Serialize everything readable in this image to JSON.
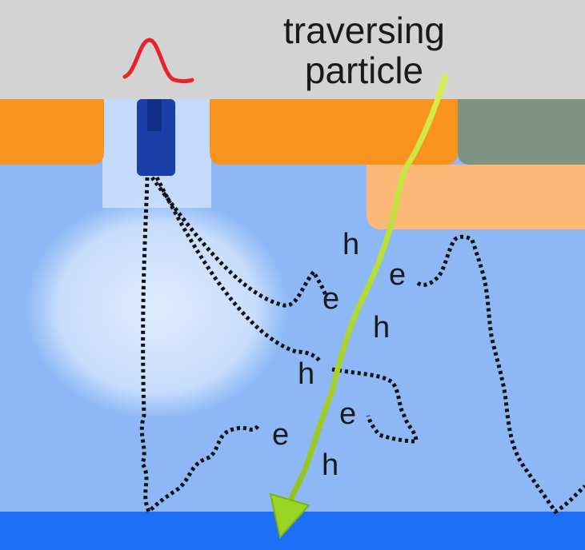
{
  "header": {
    "title_line1": "traversing",
    "title_line2": "particle"
  },
  "carriers": {
    "h1": "h",
    "e1": "e",
    "e2": "e",
    "h2": "h",
    "h3": "h",
    "e3": "e",
    "e4": "e",
    "h4": "h"
  },
  "colors": {
    "top_band": "#d3d3d3",
    "implant_orange": "#f7931e",
    "implant_light_orange": "#fbb877",
    "gray_green_block": "#7d9484",
    "bulk": "#8db8f5",
    "backplane": "#1a6ff2",
    "collection_electrode": "#1c3ea8",
    "signal_pulse": "#e8232a",
    "particle_track": "#b4e21e",
    "drift_path": "#111111"
  },
  "icons": {
    "signal": "pulse-signal-icon"
  }
}
